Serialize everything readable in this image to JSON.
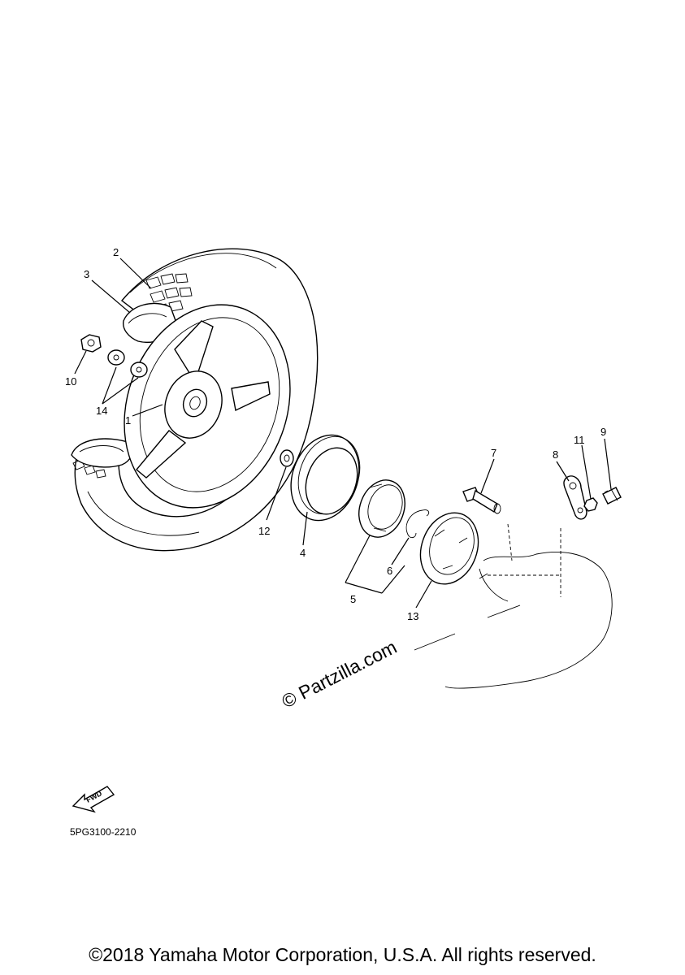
{
  "diagram": {
    "callouts": [
      {
        "id": "1",
        "label": "1"
      },
      {
        "id": "2",
        "label": "2"
      },
      {
        "id": "3",
        "label": "3"
      },
      {
        "id": "4",
        "label": "4"
      },
      {
        "id": "5",
        "label": "5"
      },
      {
        "id": "6",
        "label": "6"
      },
      {
        "id": "7",
        "label": "7"
      },
      {
        "id": "8",
        "label": "8"
      },
      {
        "id": "9",
        "label": "9"
      },
      {
        "id": "10",
        "label": "10"
      },
      {
        "id": "11",
        "label": "11"
      },
      {
        "id": "12",
        "label": "12"
      },
      {
        "id": "13",
        "label": "13"
      },
      {
        "id": "14",
        "label": "14"
      }
    ],
    "fwd_label": "FWD",
    "part_code": "5PG3100-2210",
    "watermark": "© Partzilla.com"
  },
  "footer": {
    "copyright": "©2018 Yamaha Motor Corporation, U.S.A. All rights reserved."
  }
}
